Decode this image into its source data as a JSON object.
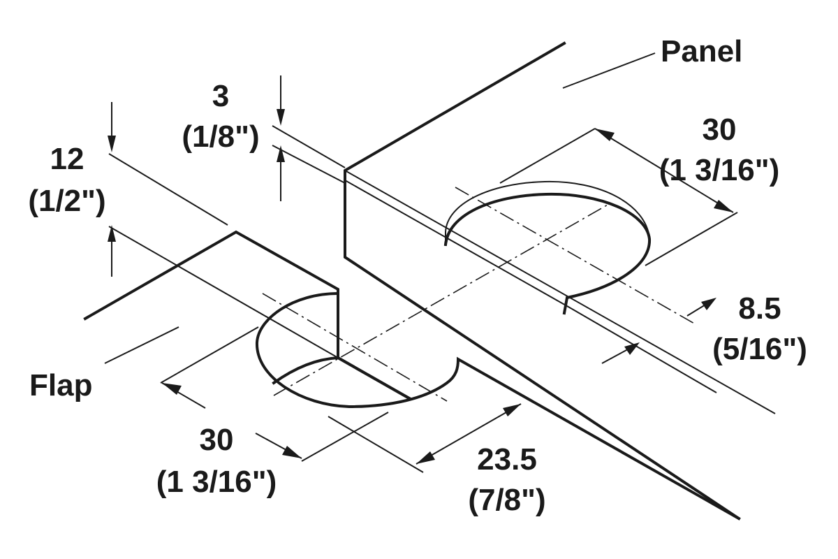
{
  "labels": {
    "panel": "Panel",
    "flap": "Flap"
  },
  "dimensions": {
    "panel_thickness": {
      "metric": "3",
      "imperial": "(1/8\")"
    },
    "flap_thickness": {
      "metric": "12",
      "imperial": "(1/2\")"
    },
    "panel_bore_diameter": {
      "metric": "30",
      "imperial": "(1 3/16\")"
    },
    "panel_edge_offset": {
      "metric": "8.5",
      "imperial": "(5/16\")"
    },
    "flap_bore_diameter": {
      "metric": "30",
      "imperial": "(1 3/16\")"
    },
    "flap_edge_offset": {
      "metric": "23.5",
      "imperial": "(7/8\")"
    }
  },
  "colors": {
    "ink": "#1a1a1a",
    "background": "#ffffff"
  }
}
